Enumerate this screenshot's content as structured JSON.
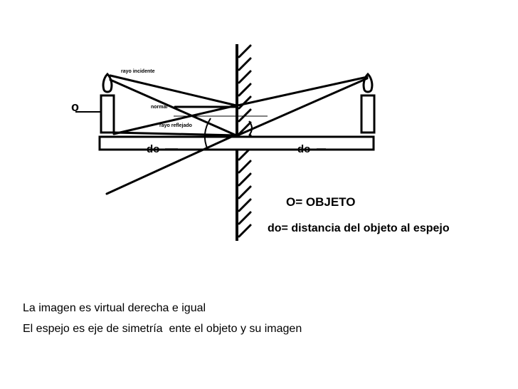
{
  "diagram": {
    "labels": {
      "incident_ray": "rayo incidente",
      "normal": "normal",
      "reflected_ray": "rayo reflejado",
      "object_marker": "o",
      "object_distance_left": "do",
      "object_distance_right": "do"
    },
    "legend": {
      "object": "O= OBJETO",
      "distance": "do= distancia del objeto al espejo"
    }
  },
  "captions": [
    "La imagen es virtual derecha e igual",
    "El espejo es eje de simetría  ente el objeto y su imagen"
  ],
  "colors": {
    "ink": "#000000",
    "background": "#ffffff"
  }
}
